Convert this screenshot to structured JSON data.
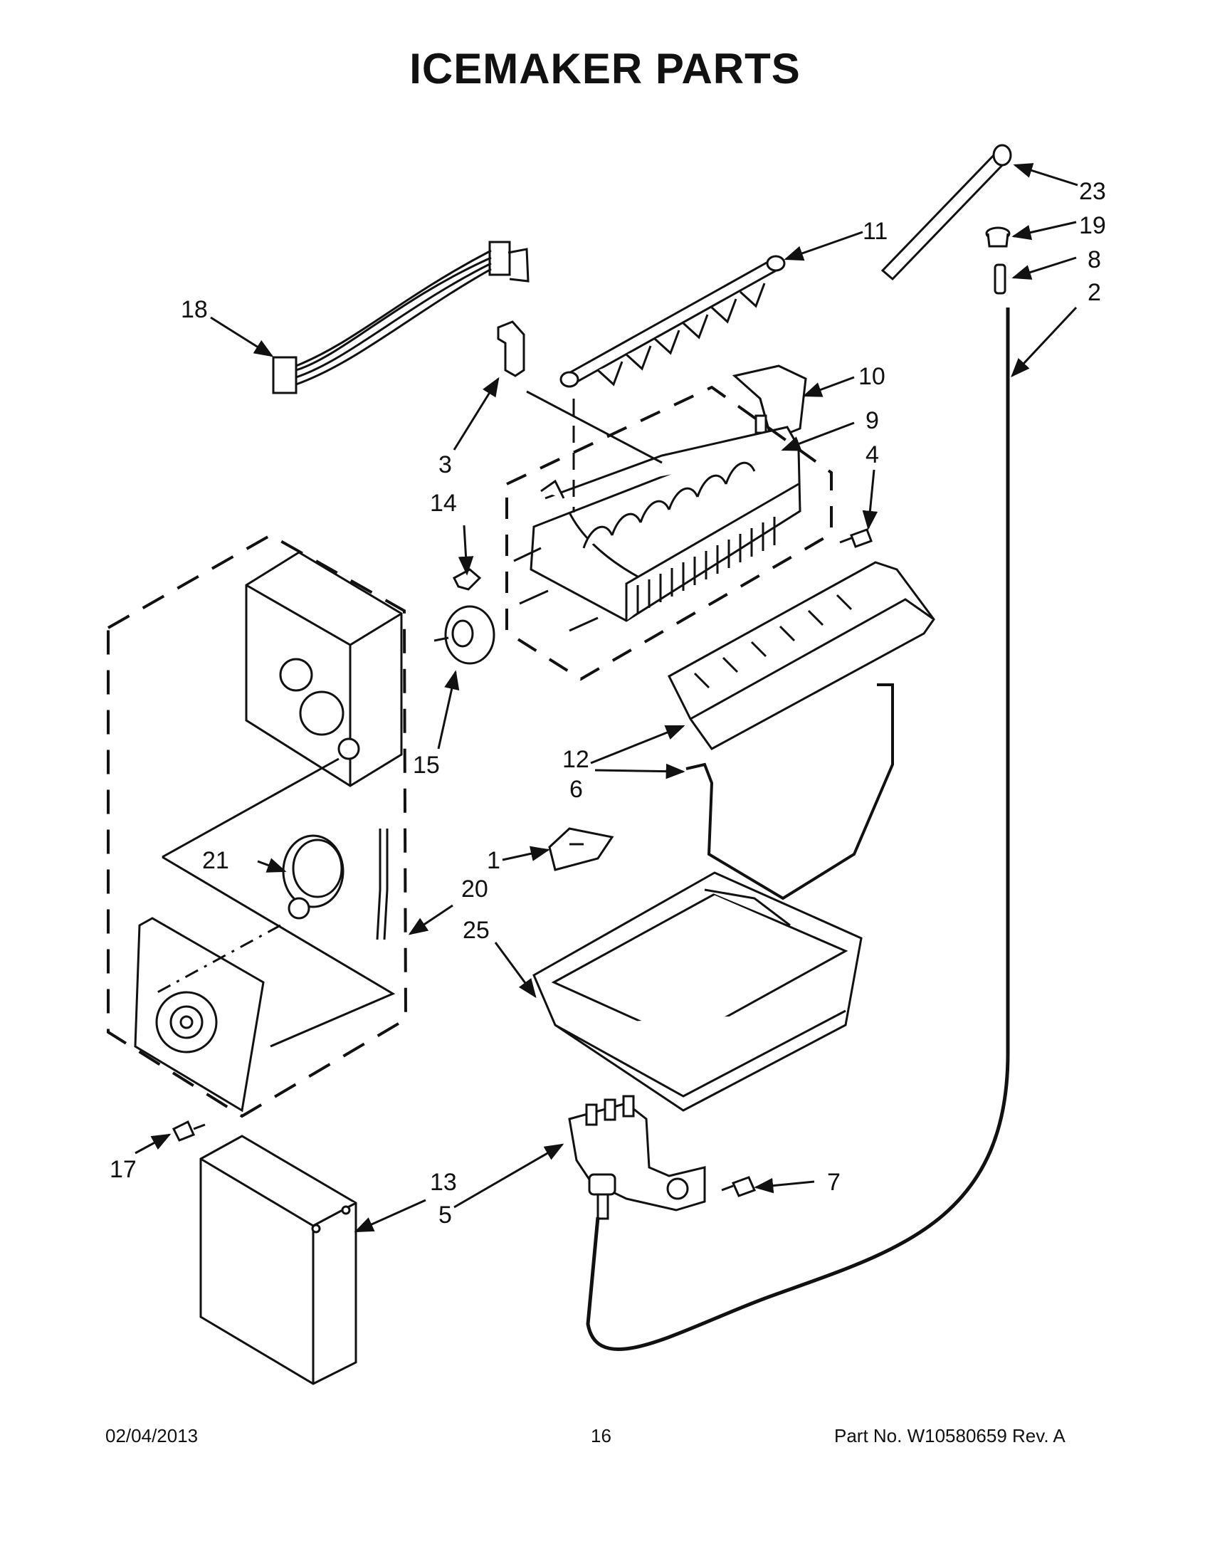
{
  "page": {
    "title": "ICEMAKER PARTS"
  },
  "callouts": {
    "c1": "1",
    "c2": "2",
    "c3": "3",
    "c4": "4",
    "c5": "5",
    "c6": "6",
    "c7": "7",
    "c8": "8",
    "c9": "9",
    "c10": "10",
    "c11": "11",
    "c12": "12",
    "c13": "13",
    "c14": "14",
    "c15": "15",
    "c17": "17",
    "c18": "18",
    "c19": "19",
    "c20": "20",
    "c21": "21",
    "c23": "23",
    "c25": "25"
  },
  "footer": {
    "date": "02/04/2013",
    "page_number": "16",
    "part_number": "Part No.  W10580659  Rev.  A"
  }
}
